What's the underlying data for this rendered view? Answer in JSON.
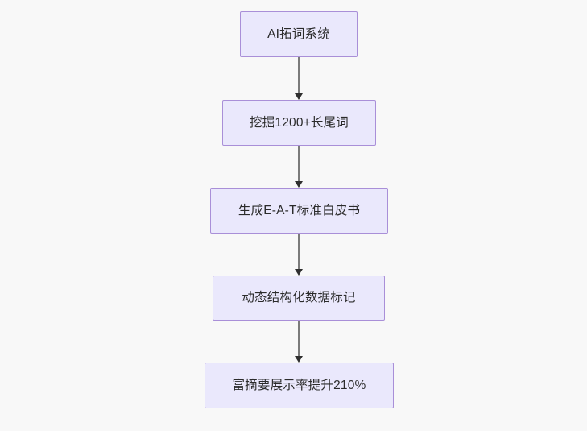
{
  "diagram": {
    "type": "flowchart",
    "direction": "top-to-bottom",
    "background_color": "#f8f8f8",
    "node_fill_color": "#eae8fc",
    "node_border_color": "#a98fd8",
    "node_text_color": "#2b2b2b",
    "edge_color": "#7b7b7b",
    "arrowhead_color": "#2f2f2f",
    "nodes": [
      {
        "id": "n1",
        "label": "AI拓词系统"
      },
      {
        "id": "n2",
        "label": "挖掘1200+长尾词"
      },
      {
        "id": "n3",
        "label": "生成E-A-T标准白皮书"
      },
      {
        "id": "n4",
        "label": "动态结构化数据标记"
      },
      {
        "id": "n5",
        "label": "富摘要展示率提升210%"
      }
    ],
    "edges": [
      {
        "from": "n1",
        "to": "n2",
        "label": ""
      },
      {
        "from": "n2",
        "to": "n3",
        "label": ""
      },
      {
        "from": "n3",
        "to": "n4",
        "label": ""
      },
      {
        "from": "n4",
        "to": "n5",
        "label": ""
      }
    ]
  }
}
